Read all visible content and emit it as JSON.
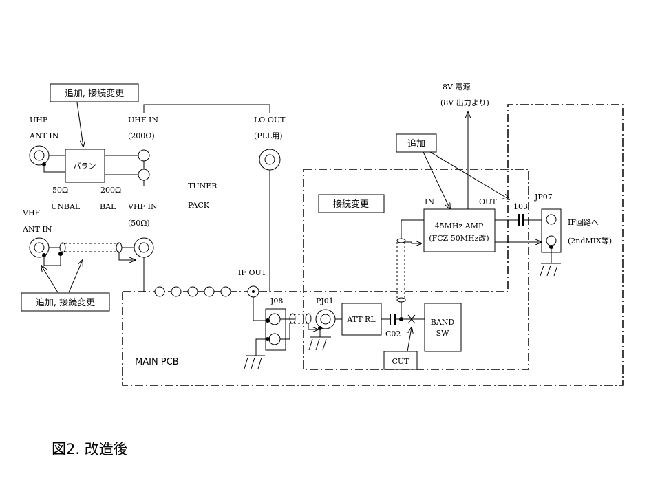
{
  "caption": "図2. 改造後",
  "labels": {
    "uhf": "UHF",
    "uhf_ant_in": "ANT IN",
    "balun": "バラン",
    "ohm50_left": "50Ω",
    "ohm200_left": "200Ω",
    "unbal": "UNBAL",
    "bal": "BAL",
    "uhf_in": "UHF IN",
    "uhf_in_ohm": "(200Ω)",
    "vhf_in": "VHF IN",
    "vhf_in_ohm": "(50Ω)",
    "tuner": "TUNER",
    "pack": "PACK",
    "lo_out": "LO OUT",
    "pll": "(PLL用)",
    "vhf": "VHF",
    "vhf_ant_in": "ANT IN",
    "if_out": "IF OUT",
    "j08": "J08",
    "pj01": "PJ01",
    "att_rl": "ATT RL",
    "c02": "C02",
    "band": "BAND",
    "sw": "SW",
    "cut": "CUT",
    "main_pcb": "MAIN   PCB",
    "setsuzoku": "接続変更",
    "in_label": "IN",
    "out_label": "OUT",
    "amp_line1": "45MHz AMP",
    "amp_line2": "(FCZ 50MHz改)",
    "c103": "103",
    "jp07": "JP07",
    "if_kairo": "IF回路へ",
    "mix": "(2ndMIX等)",
    "power": "8V 電源",
    "power_src": "(8V 出力より)",
    "tsuika": "追加",
    "tsuika_top": "追加, 接続変更",
    "tsuika_bottom": "追加, 接続変更"
  }
}
